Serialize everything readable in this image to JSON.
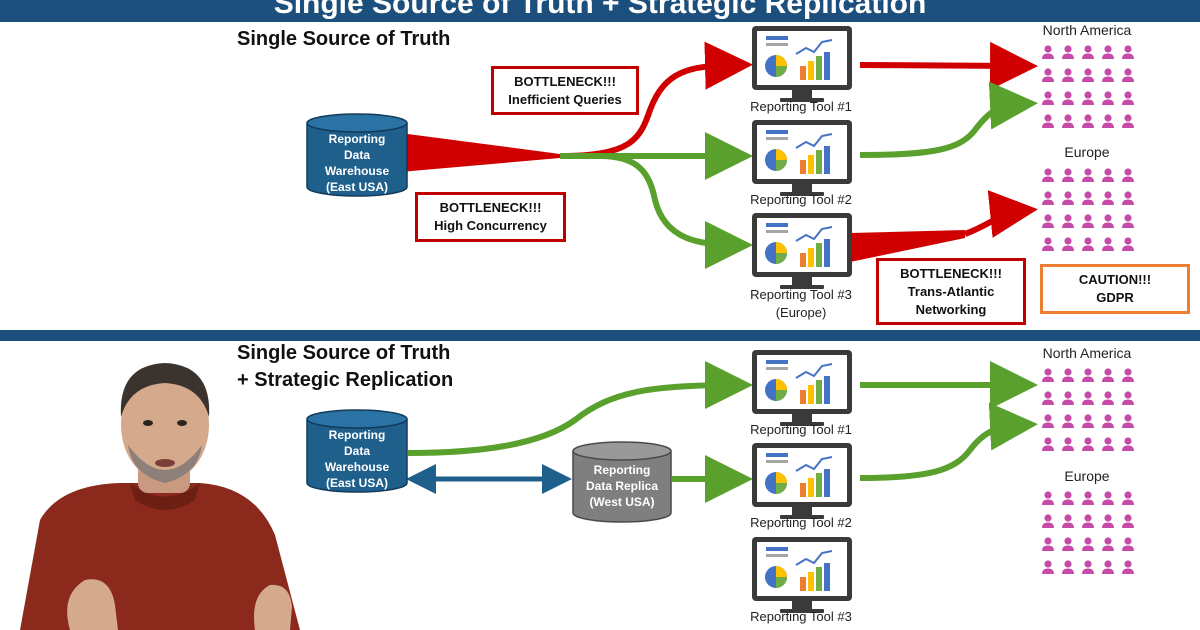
{
  "banner": {
    "title": "Single Source of Truth + Strategic Replication"
  },
  "top": {
    "title": "Single Source of Truth",
    "warehouse": {
      "line1": "Reporting",
      "line2": "Data",
      "line3": "Warehouse",
      "line4": "(East USA)"
    },
    "callouts": [
      {
        "line1": "BOTTLENECK!!!",
        "line2": "Inefficient Queries"
      },
      {
        "line1": "BOTTLENECK!!!",
        "line2": "High Concurrency"
      },
      {
        "line1": "BOTTLENECK!!!",
        "line2": "Trans-Atlantic",
        "line3": "Networking"
      }
    ],
    "caution": {
      "line1": "CAUTION!!!",
      "line2": "GDPR"
    },
    "tools": [
      {
        "line1": "Reporting Tool #1",
        "line2": ""
      },
      {
        "line1": "Reporting Tool #2",
        "line2": ""
      },
      {
        "line1": "Reporting Tool #3",
        "line2": "(Europe)"
      }
    ],
    "regions": [
      "North America",
      "Europe"
    ]
  },
  "bottom": {
    "title_line1": "Single Source of Truth",
    "title_line2": "+ Strategic Replication",
    "warehouse": {
      "line1": "Reporting",
      "line2": "Data",
      "line3": "Warehouse",
      "line4": "(East USA)"
    },
    "replica": {
      "line1": "Reporting",
      "line2": "Data Replica",
      "line3": "(West USA)"
    },
    "tools": [
      {
        "line1": "Reporting Tool #1"
      },
      {
        "line1": "Reporting Tool #2"
      },
      {
        "line1": "Reporting Tool #3"
      }
    ],
    "regions": [
      "North America",
      "Europe"
    ]
  },
  "colors": {
    "banner": "#1d4f7c",
    "warehouse": "#1f5f8b",
    "replica": "#7f7f7f",
    "bottleneck_red": "#d00000",
    "flow_green": "#5aa02c",
    "sync_blue": "#1f5f8b",
    "caution_orange": "#ed7d31",
    "people": "#c64aa8"
  },
  "icons": [
    "monitor-icon",
    "dashboard-chart-icon",
    "person-icon",
    "database-icon"
  ]
}
